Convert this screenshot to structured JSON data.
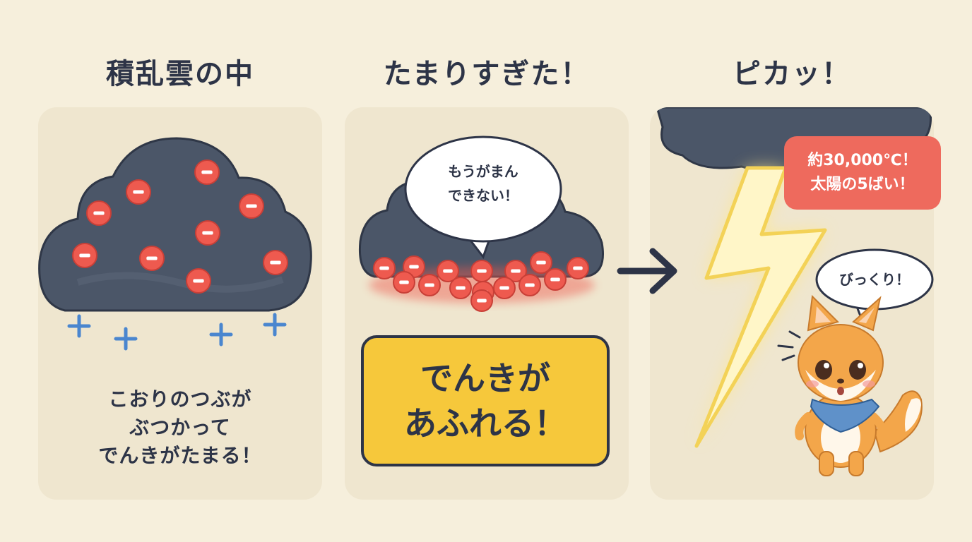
{
  "panels": [
    {
      "title": "積乱雲の中",
      "caption": [
        "こおりのつぶが",
        "ぶつかって",
        "でんきがたまる！"
      ]
    },
    {
      "title": "たまりすぎた！",
      "bubble": [
        "もうがまん",
        "できない！"
      ],
      "highlight": [
        "でんきが",
        "あふれる！"
      ]
    },
    {
      "title": "ピカッ！",
      "callout": [
        "約30,000℃！",
        "太陽の5ばい！"
      ],
      "bubble": "びっくり！"
    }
  ],
  "symbols": {
    "negative": "−",
    "positive": "+"
  },
  "colors": {
    "background": "#f6efdc",
    "panel": "#efe6cf",
    "cloud": "#4b5668",
    "negative_charge": "#ee5a4f",
    "positive_charge": "#4a86cf",
    "highlight": "#f6c83b",
    "callout": "#ee6a5d",
    "lightning": "#fff3b0"
  },
  "icons": [
    "storm-cloud-icon",
    "arrow-right-icon",
    "lightning-bolt-icon",
    "fox-character-icon",
    "bandana-icon"
  ]
}
